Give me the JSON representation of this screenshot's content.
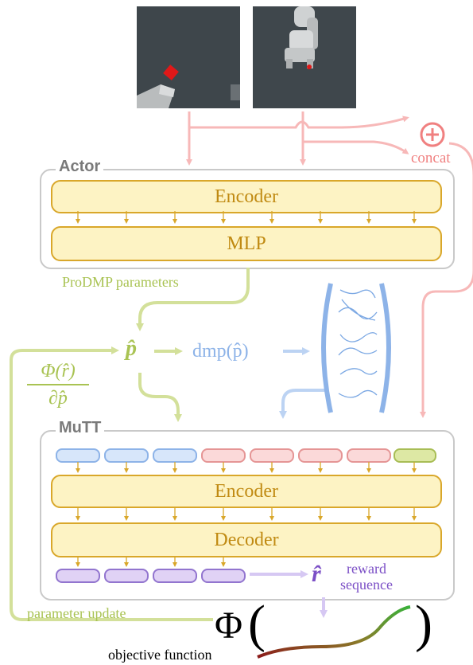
{
  "actor": {
    "title": "Actor",
    "encoder_label": "Encoder",
    "mlp_label": "MLP"
  },
  "prodmp_label": "ProDMP parameters",
  "concat_label": "concat",
  "p_hat_symbol": "p̂",
  "dmp_label": "dmp(p̂)",
  "gradient_label": {
    "numerator": "Φ(r̂)",
    "denominator": "∂p̂"
  },
  "mutt": {
    "title": "MuTT",
    "encoder_label": "Encoder",
    "decoder_label": "Decoder"
  },
  "r_hat_symbol": "r̂",
  "reward_label": {
    "line1": "reward",
    "line2": "sequence"
  },
  "parameter_update_label": "parameter update",
  "objective": {
    "phi_symbol": "Φ",
    "open_paren": "(",
    "close_paren": ")",
    "label": "objective function"
  },
  "colors": {
    "pink": "#f7b8b8",
    "olive": "#a9c353",
    "light_olive": "#d3e09a",
    "blue": "#8db3e8",
    "light_blue": "#bcd3f3",
    "purple": "#7b4fc6",
    "lavender": "#d6c8f3",
    "gold": "#d9a72a"
  },
  "tokens": {
    "input_row": [
      "blue",
      "blue",
      "blue",
      "red",
      "red",
      "red",
      "red",
      "green"
    ],
    "output_row": [
      "purple",
      "purple",
      "purple",
      "purple"
    ]
  }
}
